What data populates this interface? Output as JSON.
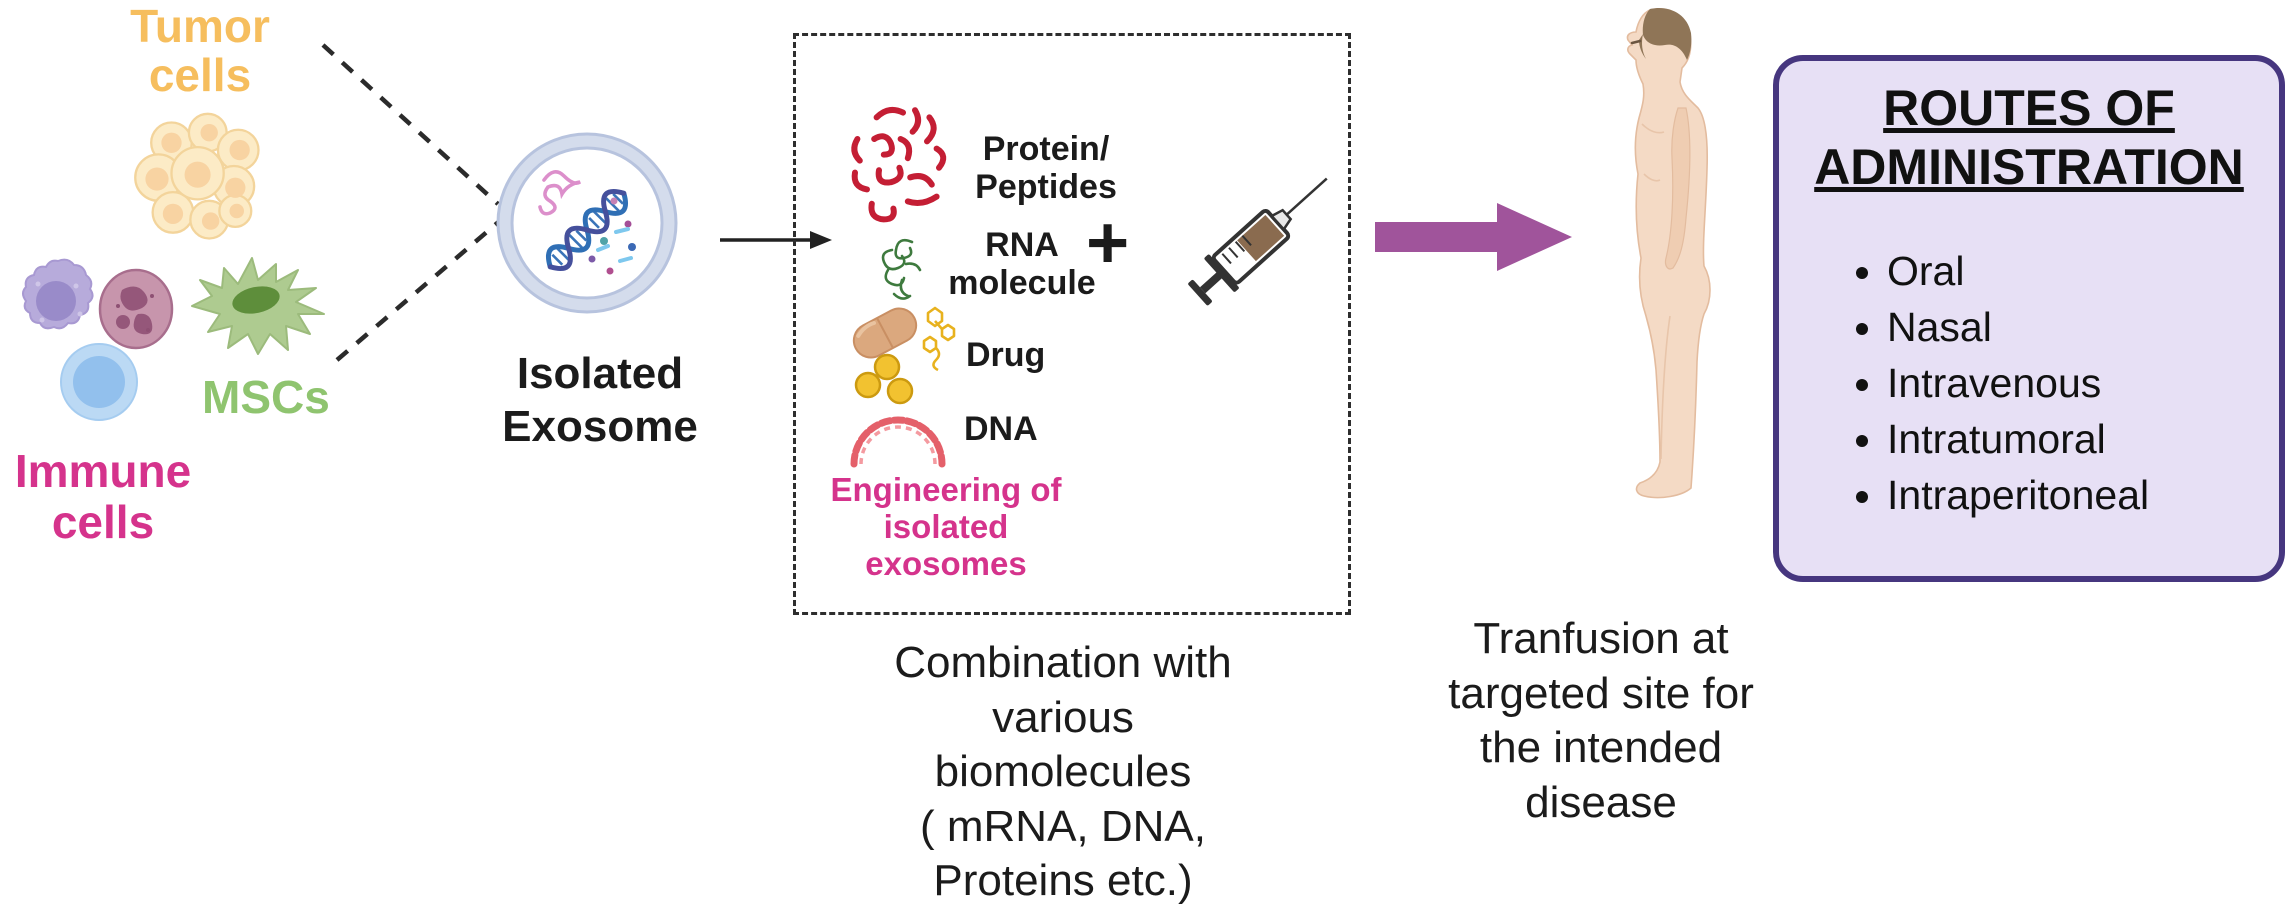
{
  "sources": {
    "tumor_label": "Tumor\ncells",
    "immune_label": "Immune\ncells",
    "msc_label": "MSCs",
    "icons": [
      "tumor-cells-cluster-icon",
      "immune-cell-purple-icon",
      "immune-cell-maroon-icon",
      "immune-cell-blue-icon",
      "msc-cell-icon"
    ]
  },
  "exosome": {
    "label": "Isolated\nExosome",
    "icon": "exosome-vesicle-icon"
  },
  "combination_box": {
    "items": [
      {
        "icon": "protein-icon",
        "label": "Protein/\nPeptides"
      },
      {
        "icon": "rna-icon",
        "label": "RNA\nmolecule"
      },
      {
        "icon": "drug-icon",
        "label": "Drug"
      },
      {
        "icon": "dna-icon",
        "label": "DNA"
      }
    ],
    "plus_sign": "+",
    "engineering_note": "Engineering of\nisolated\nexosomes",
    "syringe_icon": "syringe-icon",
    "caption": "Combination with\nvarious\nbiomolecules\n( mRNA, DNA,\nProteins etc.)"
  },
  "transfusion": {
    "caption": "Tranfusion at\ntargeted site for\nthe intended\ndisease",
    "human_icon": "human-body-side-icon"
  },
  "routes": {
    "title": "ROUTES OF\nADMINISTRATION",
    "items": [
      "Oral",
      "Nasal",
      "Intravenous",
      "Intratumoral",
      "Intraperitoneal"
    ]
  },
  "colors": {
    "tumor_label": "#F6BE5E",
    "immune_label": "#D5338C",
    "msc_label": "#8FC46F",
    "engineering_note": "#D5338C",
    "protein_red": "#C41E34",
    "rna_green": "#3E7A3E",
    "dna_arc_red": "#E4606A",
    "pill_yellow": "#F2C230",
    "capsule_tan": "#DBA87E",
    "arrow_purple": "#A0549B",
    "routes_box_fill": "#E7E0F5",
    "routes_box_border": "#46367F",
    "exosome_ring": "#C7D1E7",
    "skin": "#F4DAC5",
    "hair": "#8F7557"
  }
}
